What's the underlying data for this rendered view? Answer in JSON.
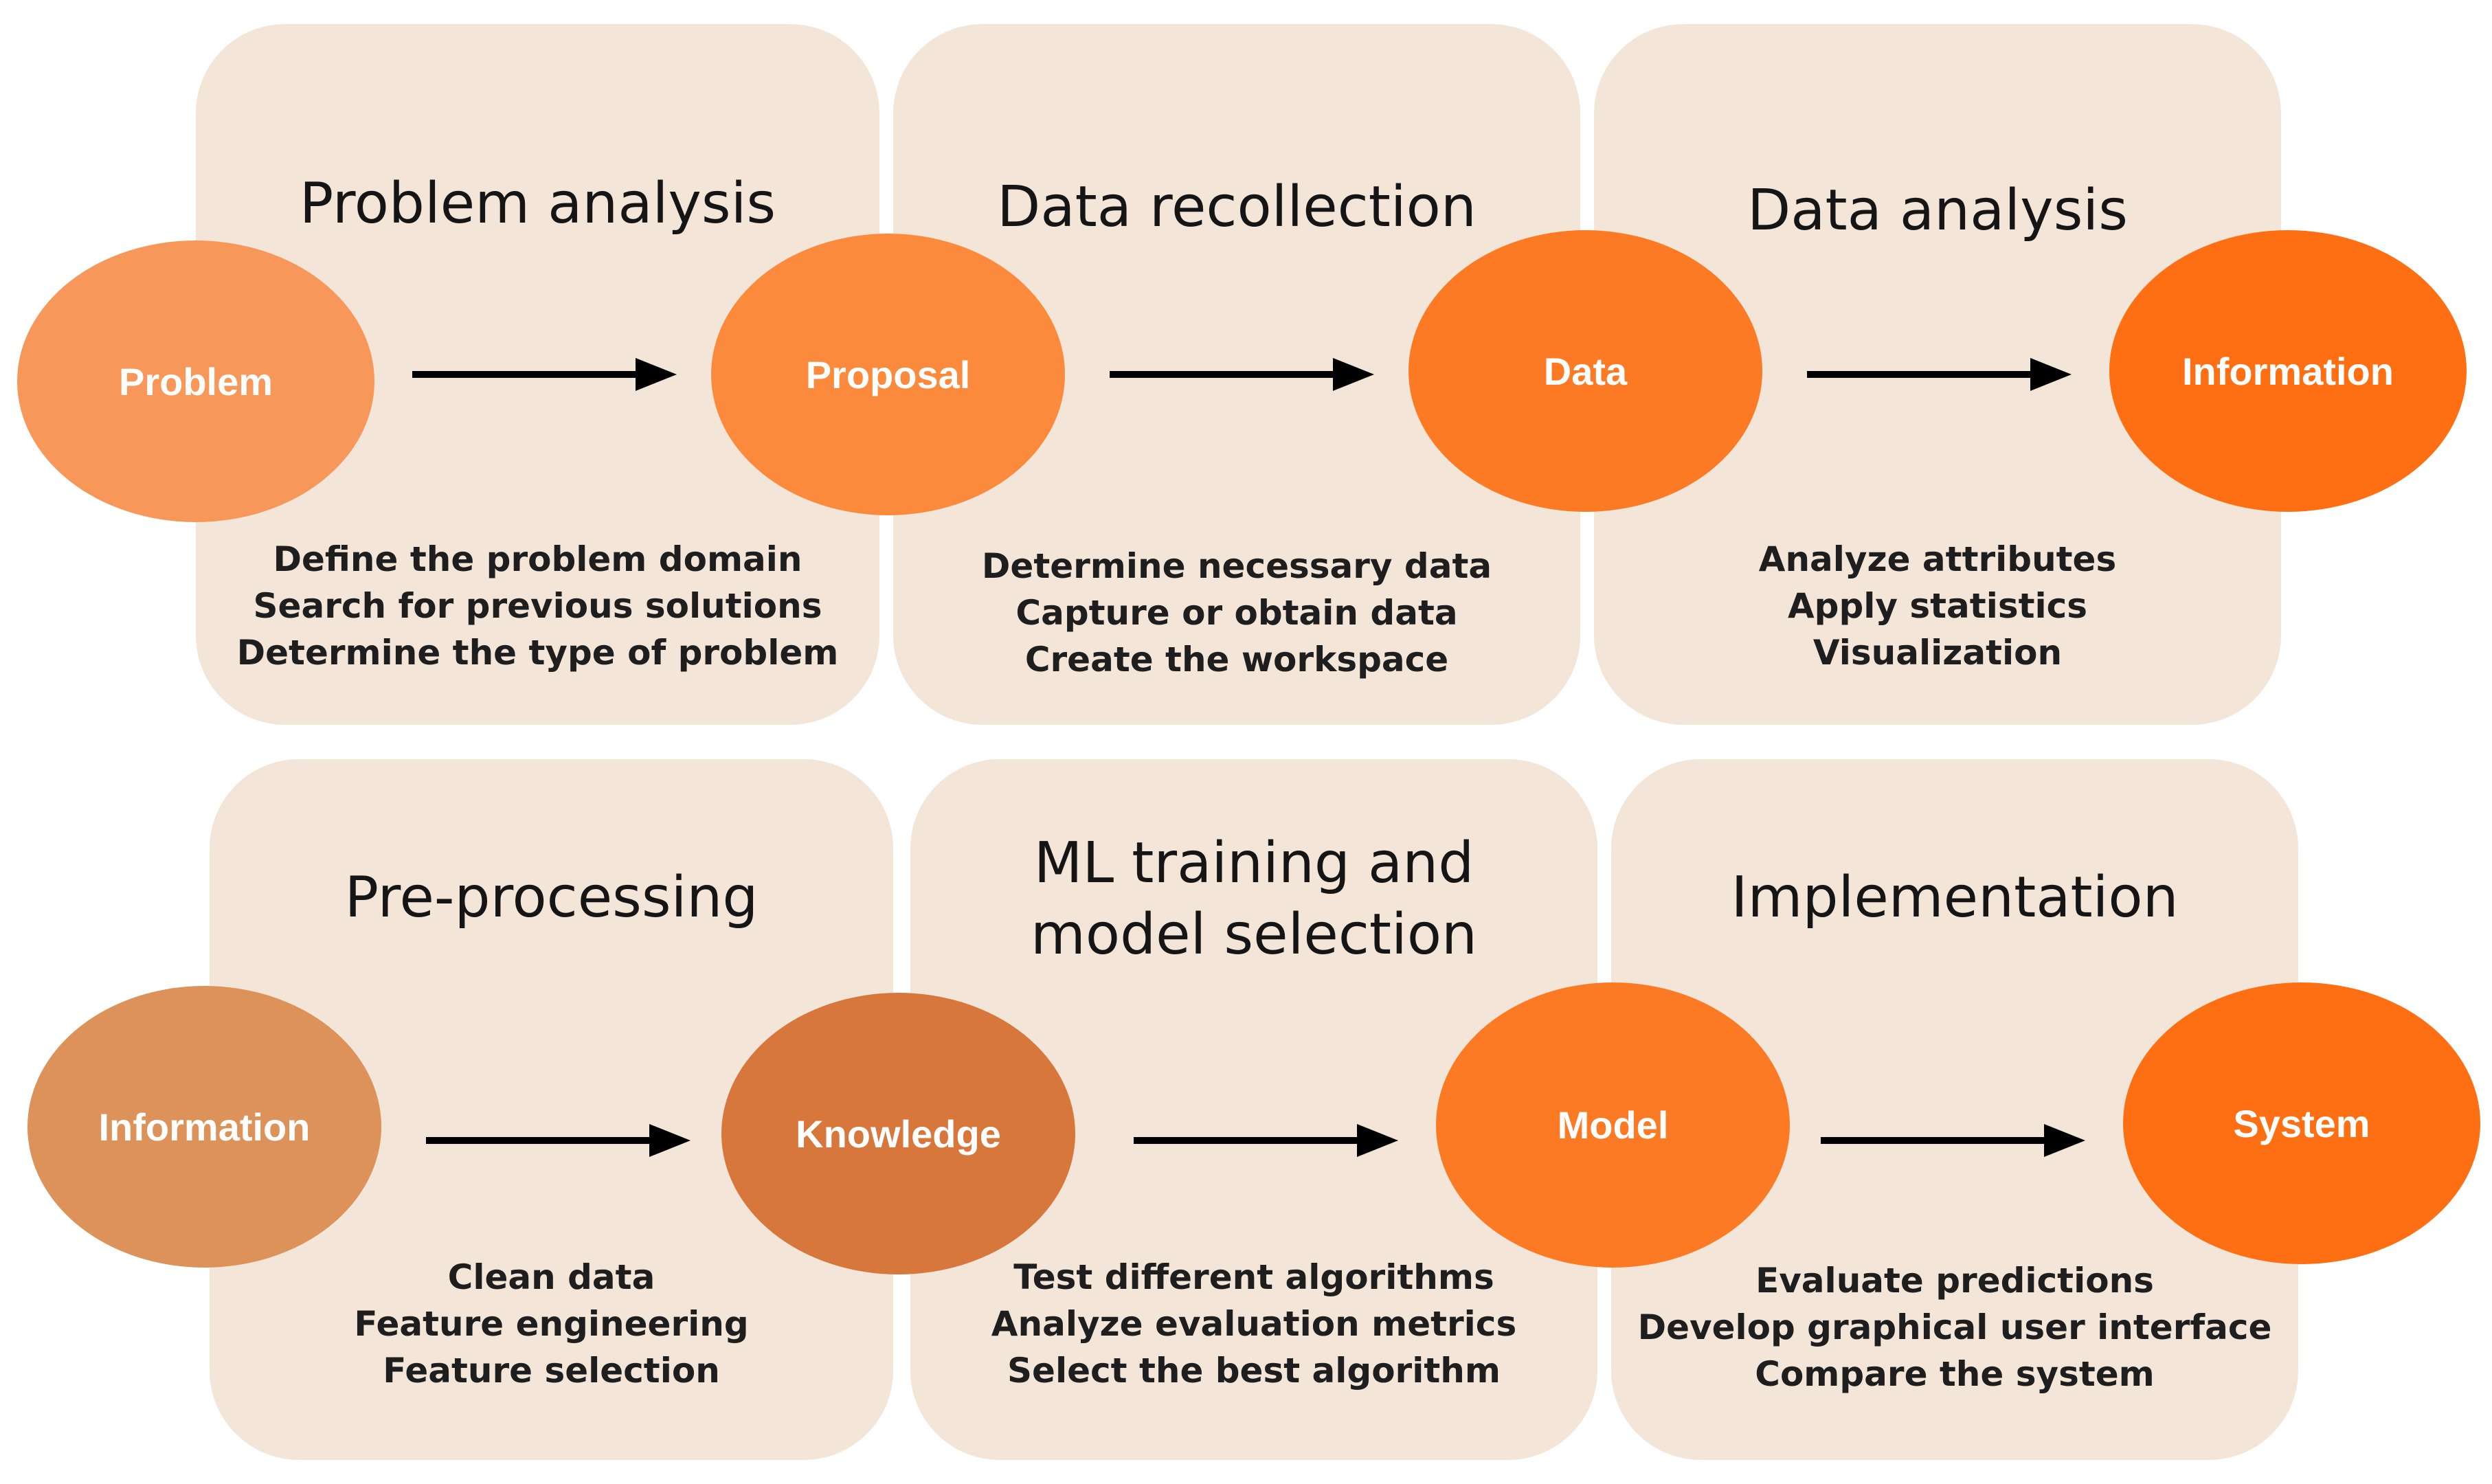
{
  "colors": {
    "panel_bg": "#f3e6d9",
    "node_light": "#f7985a",
    "node_mid": "#fb8a3c",
    "node_strong": "#fb7a23",
    "node_deep": "#fd6f12",
    "node_brown_light": "#dd925a",
    "node_brown": "#d8773b",
    "arrow": "#000000"
  },
  "stages": [
    {
      "title": "Problem analysis",
      "steps": [
        "Define the problem domain",
        "Search for previous solutions",
        "Determine the type of problem"
      ]
    },
    {
      "title": "Data recollection",
      "steps": [
        "Determine necessary data",
        "Capture or obtain data",
        "Create the workspace"
      ]
    },
    {
      "title": "Data analysis",
      "steps": [
        "Analyze attributes",
        "Apply statistics",
        "Visualization"
      ]
    },
    {
      "title": "Pre-processing",
      "steps": [
        "Clean data",
        "Feature engineering",
        "Feature selection"
      ]
    },
    {
      "title_lines": [
        "ML training and",
        "model selection"
      ],
      "steps": [
        "Test different algorithms",
        "Analyze evaluation metrics",
        "Select the best algorithm"
      ]
    },
    {
      "title": "Implementation",
      "steps": [
        "Evaluate predictions",
        "Develop graphical user interface",
        "Compare the system"
      ]
    }
  ],
  "nodes": {
    "row1": [
      "Problem",
      "Proposal",
      "Data",
      "Information"
    ],
    "row2": [
      "Information",
      "Knowledge",
      "Model",
      "System"
    ]
  }
}
